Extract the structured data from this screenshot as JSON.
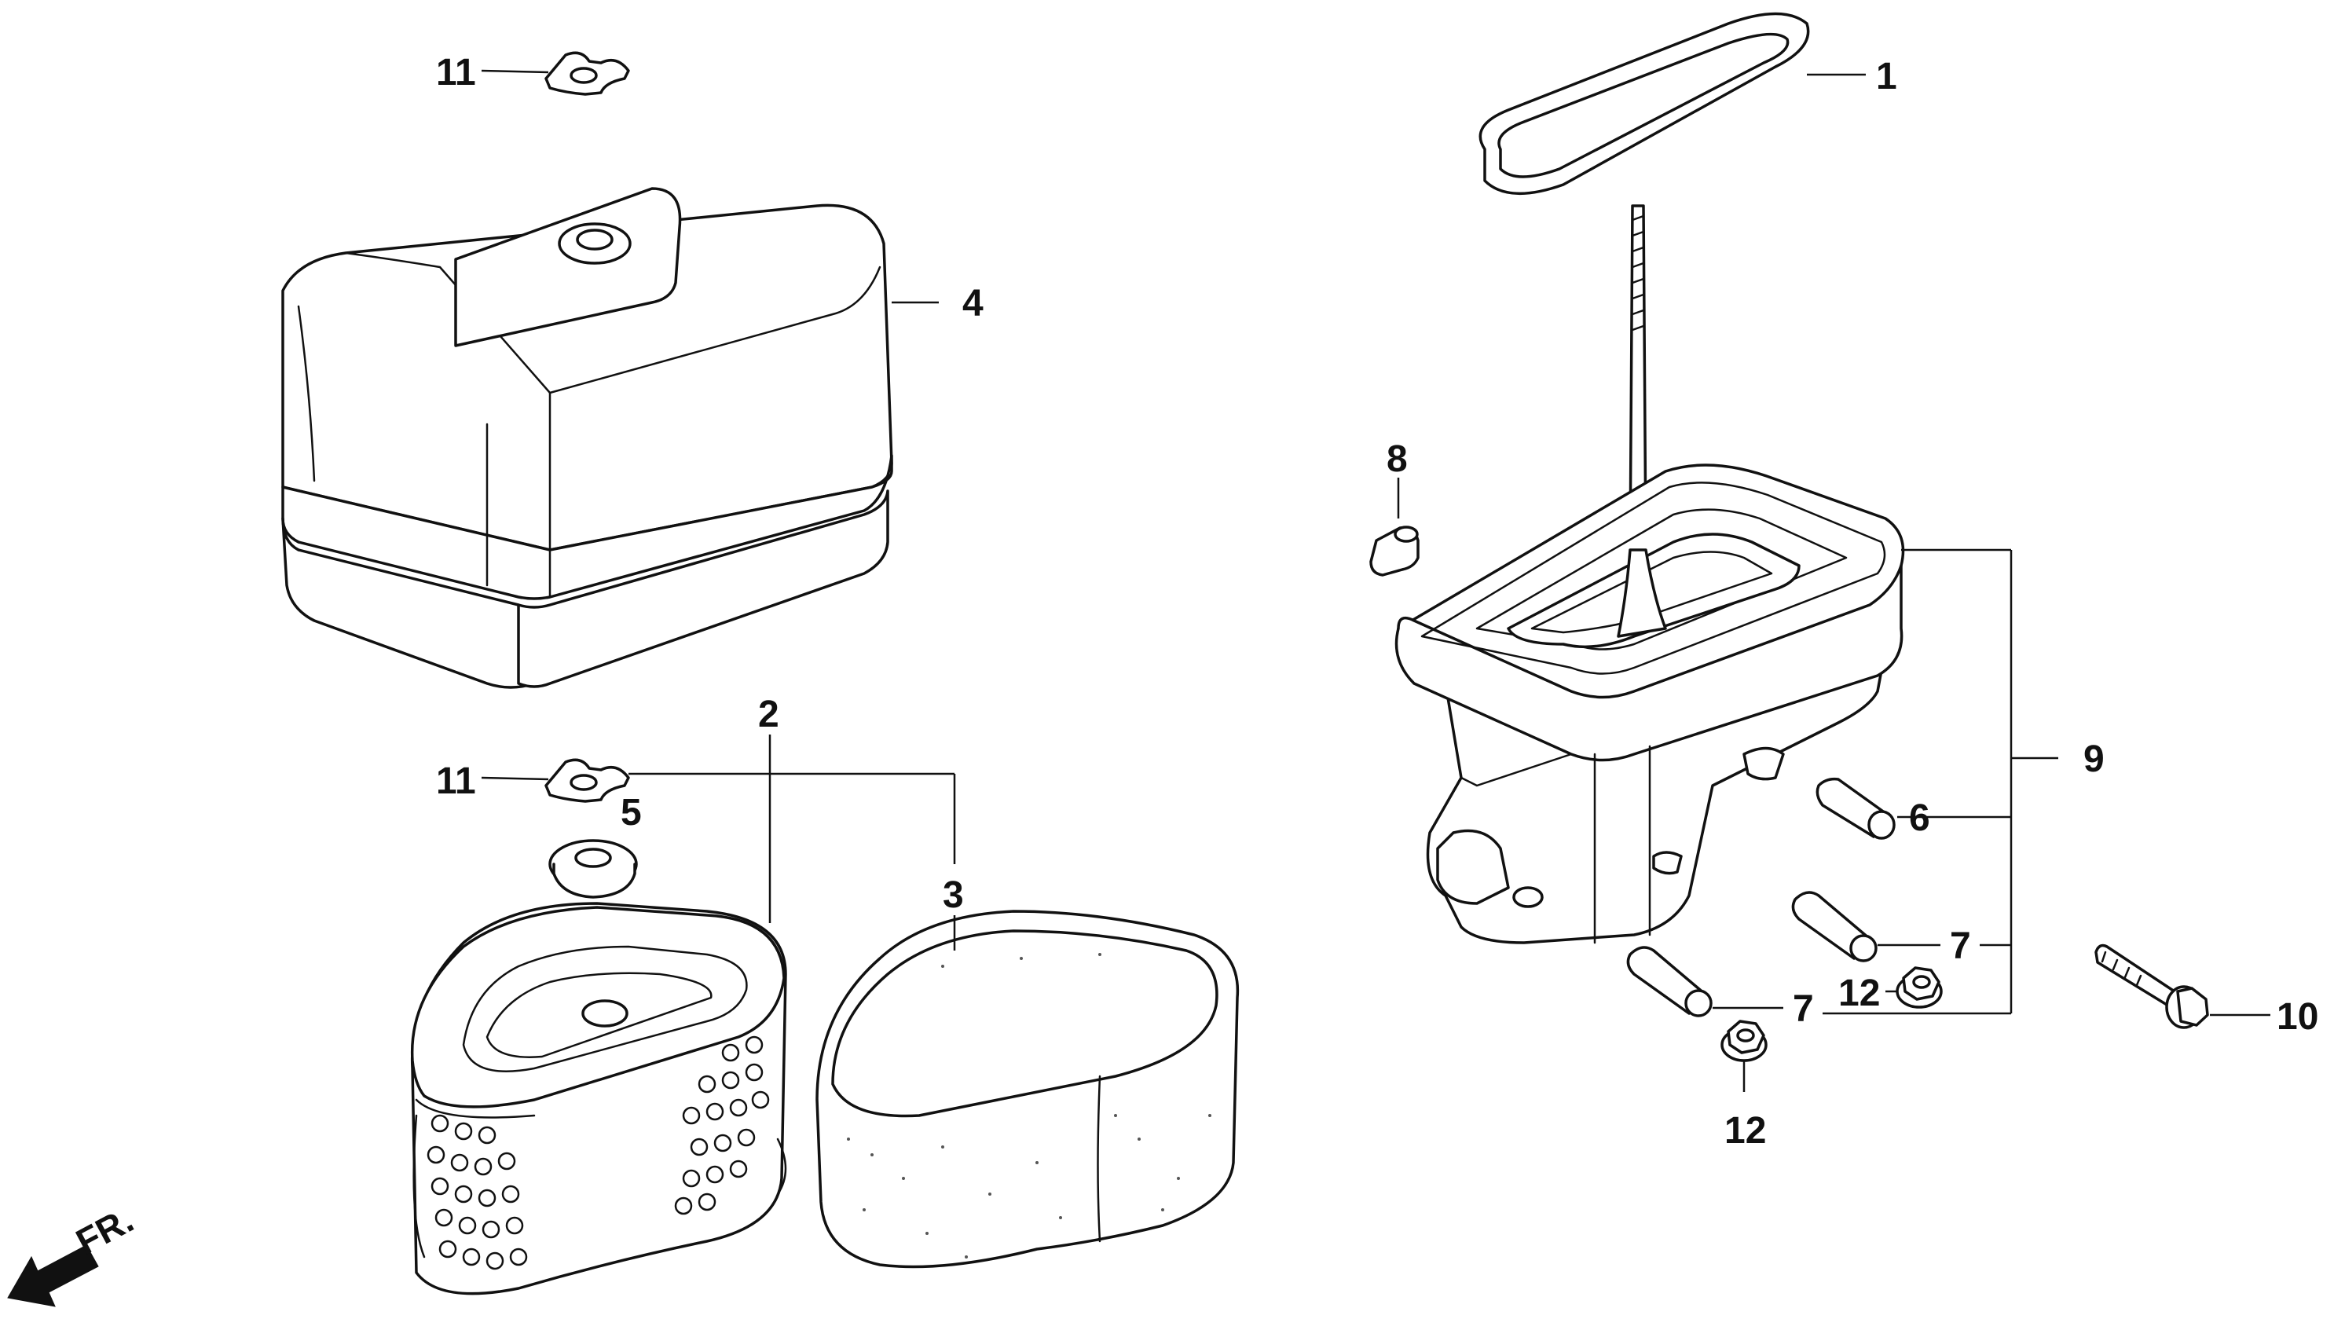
{
  "callouts": {
    "c1": "1",
    "c2": "2",
    "c3": "3",
    "c4": "4",
    "c5": "5",
    "c6": "6",
    "c7a": "7",
    "c7b": "7",
    "c8": "8",
    "c9": "9",
    "c10": "10",
    "c11a": "11",
    "c11b": "11",
    "c12a": "12",
    "c12b": "12"
  },
  "direction_marker": {
    "label": "FR.",
    "icon": "arrow-down-left-icon"
  },
  "colors": {
    "line": "#111111",
    "background": "#ffffff"
  }
}
